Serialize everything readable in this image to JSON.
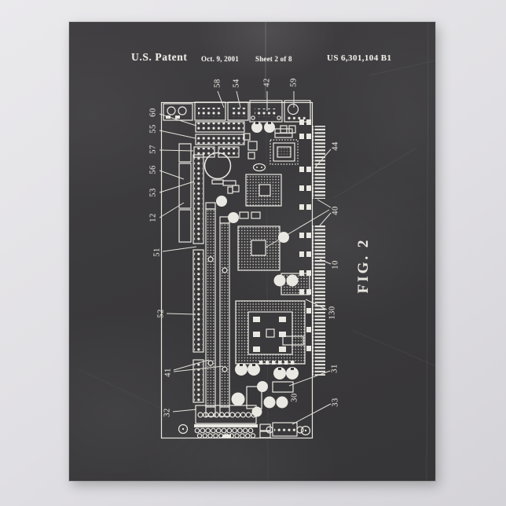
{
  "header": {
    "title": "U.S. Patent",
    "date": "Oct. 9, 2001",
    "sheet": "Sheet 2 of 8",
    "patent_number": "US 6,301,104 B1"
  },
  "figure": {
    "caption": "FIG. 2",
    "subject": "circuit-board-diagram",
    "reference_labels": {
      "top": [
        "58",
        "54",
        "42",
        "59"
      ],
      "left": [
        "60",
        "55",
        "57",
        "56",
        "53",
        "12",
        "51",
        "52",
        "41",
        "32"
      ],
      "right": [
        "44",
        "40",
        "10",
        "130",
        "31",
        "33"
      ],
      "inline": [
        "30"
      ]
    }
  },
  "colors": {
    "wall": "#e0dfe3",
    "chalkboard": "#3a393b",
    "chalk": "#e9e8e2"
  }
}
